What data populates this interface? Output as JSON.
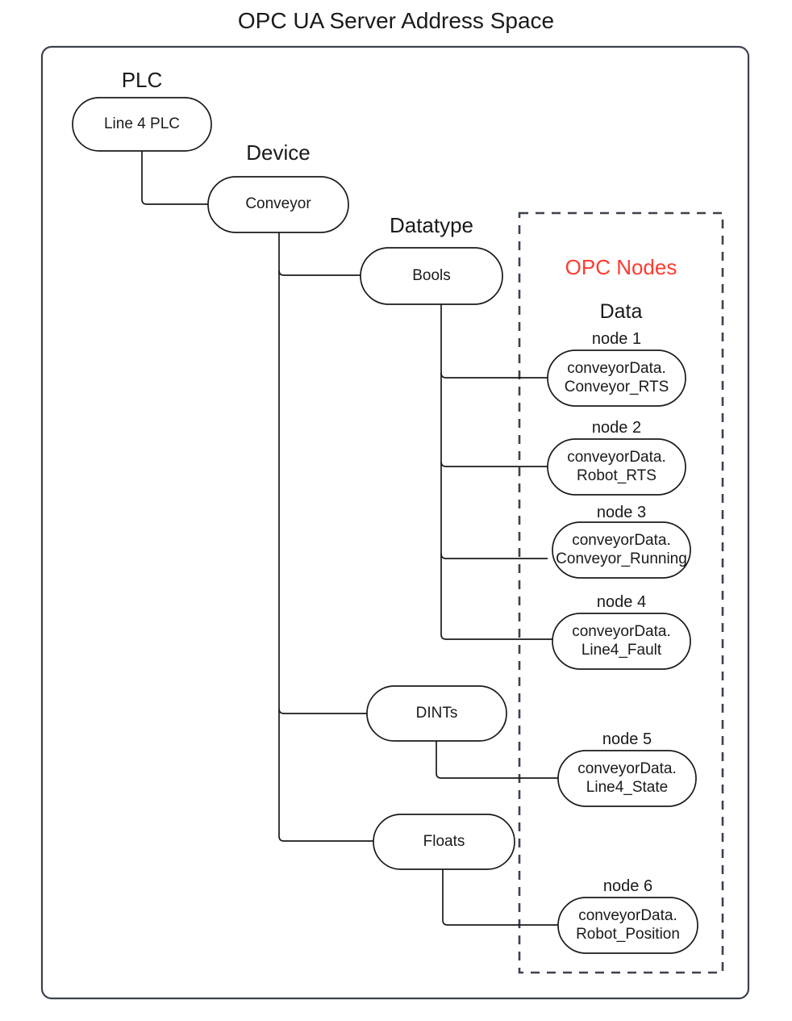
{
  "title": "OPC UA Server Address Space",
  "colors": {
    "outline": "#3c414d",
    "node_stroke": "#1a1a1a",
    "text": "#1a1a1a",
    "accent_red": "#ff3b30",
    "background": "#ffffff"
  },
  "captions": {
    "plc": "PLC",
    "device": "Device",
    "datatype": "Datatype",
    "opc_nodes": "OPC Nodes",
    "data": "Data"
  },
  "nodes": {
    "plc": "Line 4 PLC",
    "device": "Conveyor",
    "datatypes": [
      {
        "label": "Bools"
      },
      {
        "label": "DINTs"
      },
      {
        "label": "Floats"
      }
    ]
  },
  "opc_nodes": [
    {
      "caption": "node 1",
      "line1": "conveyorData.",
      "line2": "Conveyor_RTS"
    },
    {
      "caption": "node 2",
      "line1": "conveyorData.",
      "line2": "Robot_RTS"
    },
    {
      "caption": "node 3",
      "line1": "conveyorData.",
      "line2": "Conveyor_Running"
    },
    {
      "caption": "node 4",
      "line1": "conveyorData.",
      "line2": "Line4_Fault"
    },
    {
      "caption": "node 5",
      "line1": "conveyorData.",
      "line2": "Line4_State"
    },
    {
      "caption": "node 6",
      "line1": "conveyorData.",
      "line2": "Robot_Position"
    }
  ]
}
